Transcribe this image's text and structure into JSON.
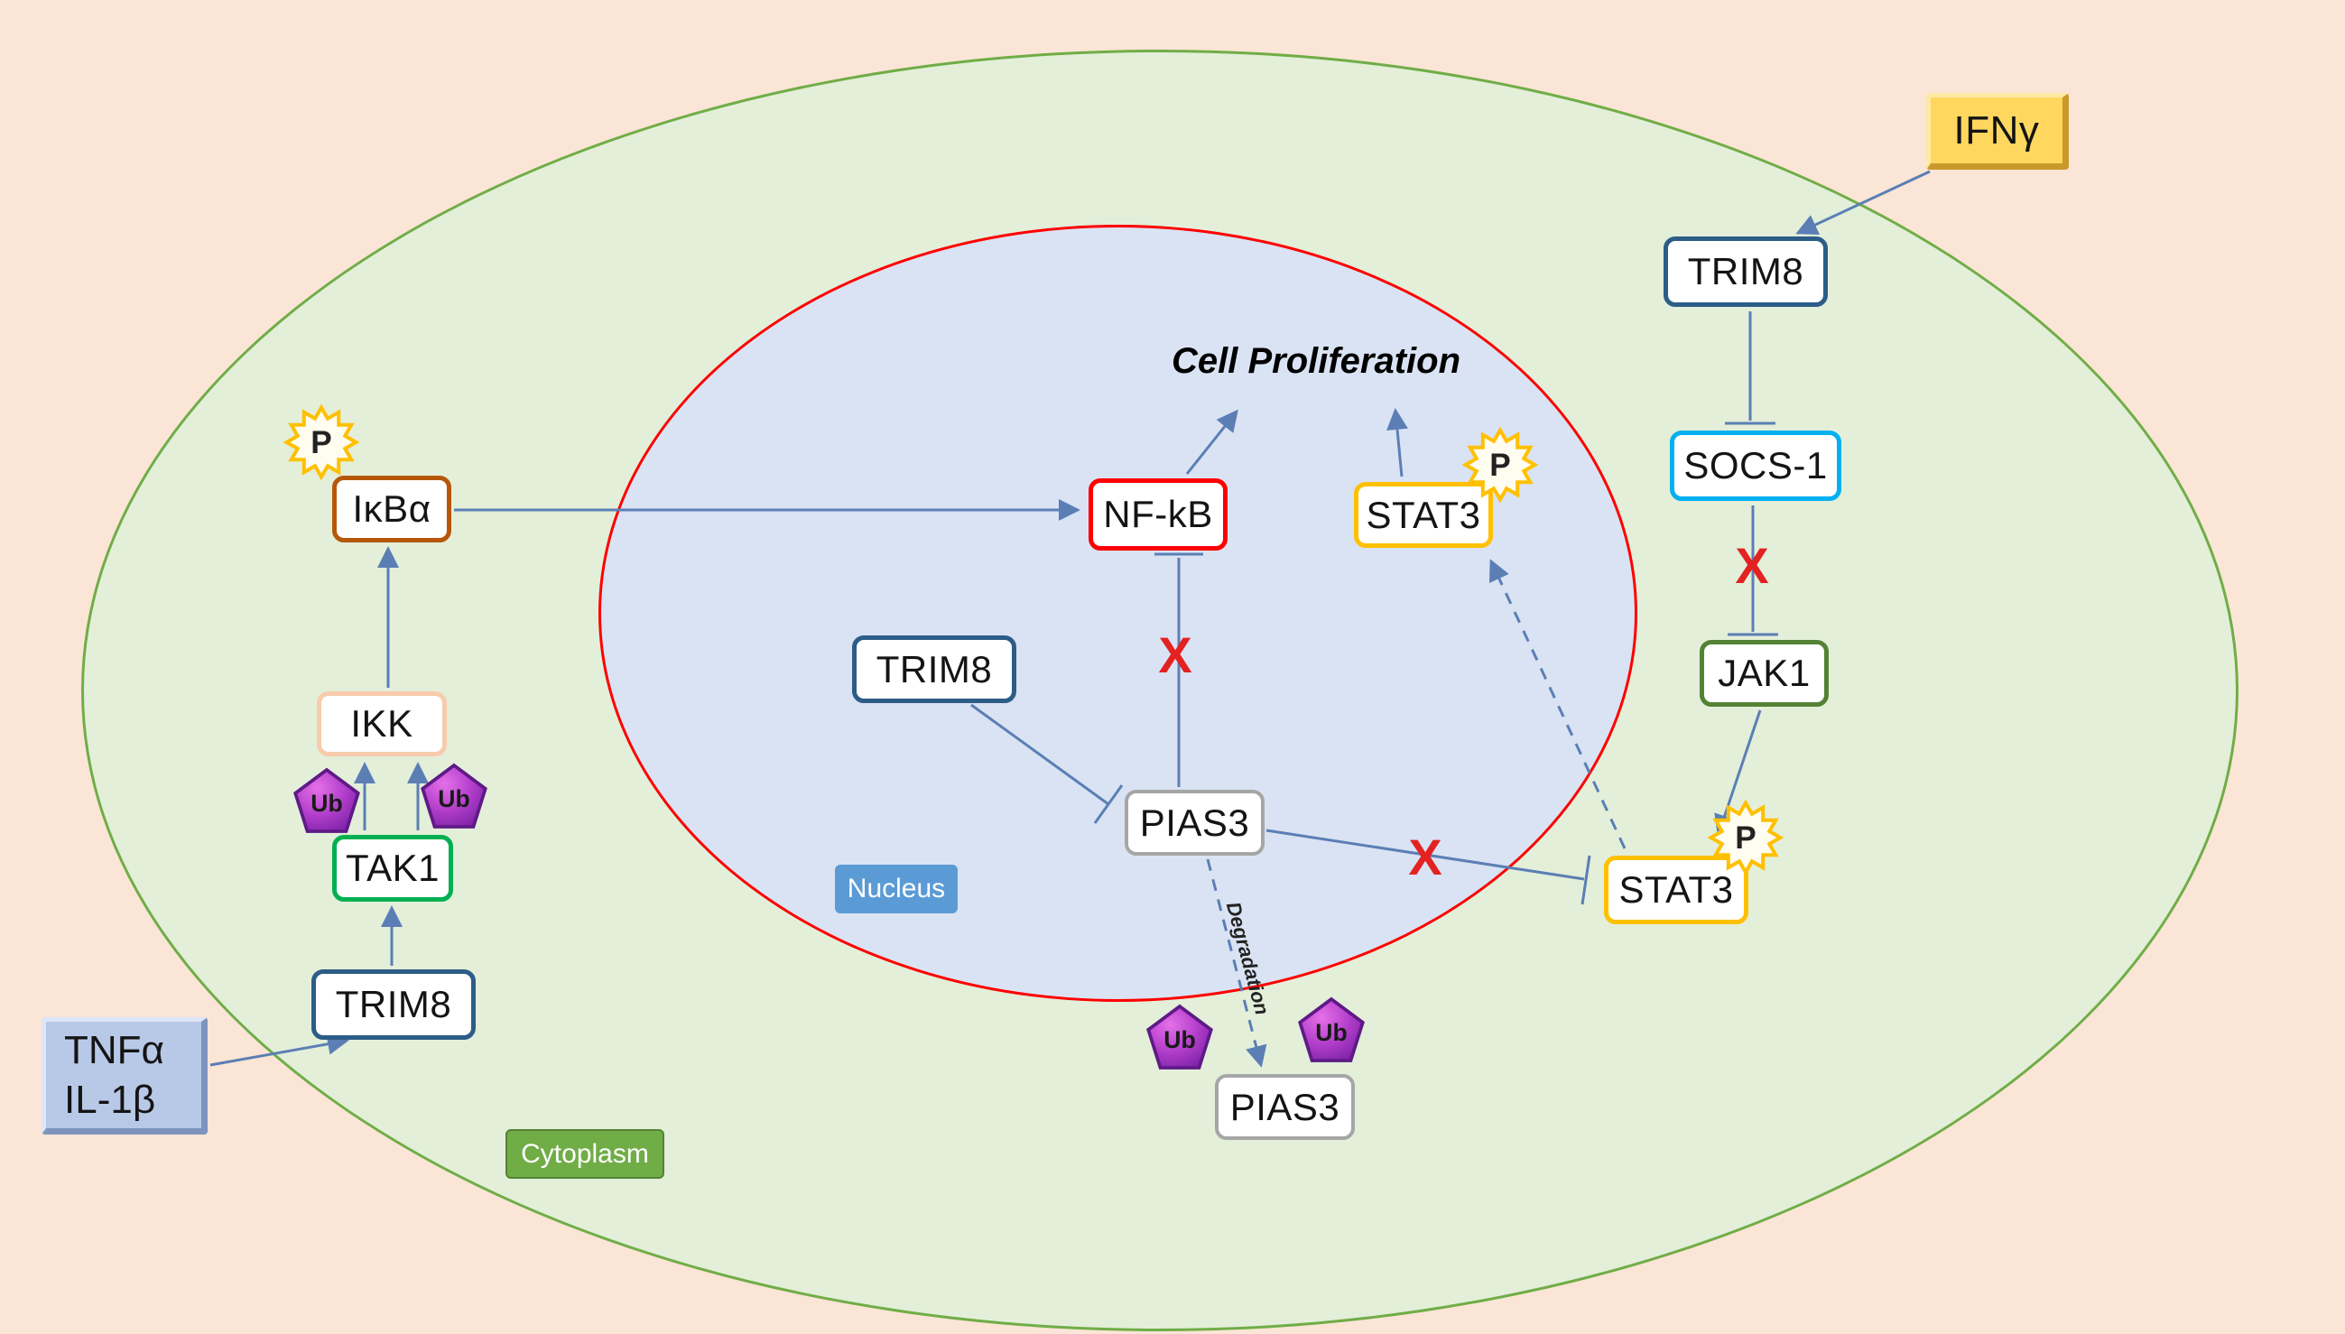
{
  "regions": {
    "cytoplasm": "Cytoplasm",
    "nucleus": "Nucleus"
  },
  "nodes": {
    "ifng": "IFNγ",
    "trim8_ifng": "TRIM8",
    "socs1": "SOCS-1",
    "jak1": "JAK1",
    "stat3_cytoplasm": "STAT3",
    "stat3_nucleus": "STAT3",
    "nfkb": "NF-kB",
    "trim8_nucleus": "TRIM8",
    "pias3_nucleus": "PIAS3",
    "pias3_degraded": "PIAS3",
    "ikba": "IκBα",
    "ikk": "IKK",
    "tak1": "TAK1",
    "trim8_tnf": "TRIM8",
    "tnfa": "TNFα",
    "il1b": "IL-1β"
  },
  "annotations": {
    "cell_proliferation": "Cell Proliferation",
    "degradation": "Degradation",
    "blocked_mark": "X"
  },
  "badges": {
    "phospho": "P",
    "ubiquitin": "Ub"
  },
  "colors": {
    "background": "#fbe5d6",
    "cell_fill": "#e3efd9",
    "cell_border": "#70ad47",
    "nucleus_fill": "#dae3f3",
    "nucleus_border": "#ff0000",
    "arrow": "#5b7fb5",
    "xmark": "#e32222",
    "trim8": "#2c5d87",
    "socs1": "#00b0f0",
    "jak1": "#548235",
    "stat3": "#ffc000",
    "nfkb": "#ff0000",
    "pias3": "#a6a6a6",
    "ikba": "#b65708",
    "ikk": "#f7cbac",
    "tak1": "#00b050",
    "ifng_fill": "#ffd75e",
    "tnf_fill": "#b8c9e8",
    "cyto_badge": "#70ad47",
    "nuc_badge": "#5b9bd5",
    "phospho_stroke": "#ffc000",
    "ubiquitin_stroke": "#5e1a86"
  }
}
